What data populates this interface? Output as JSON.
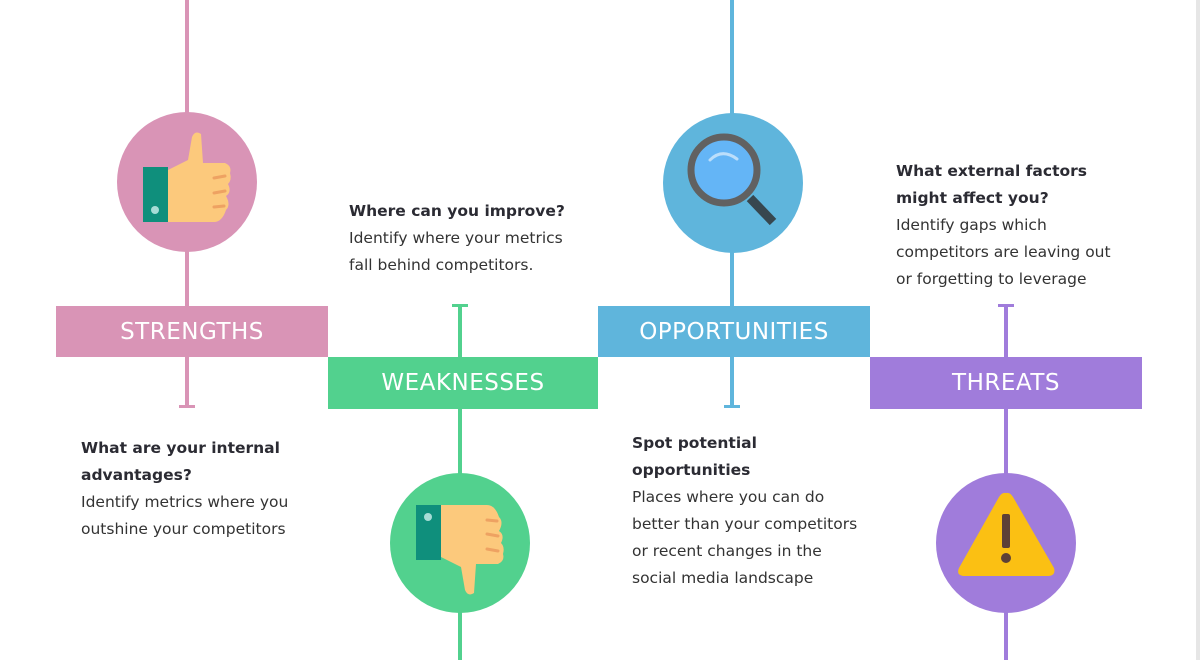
{
  "colors": {
    "strengths": "#d994b6",
    "weaknesses": "#52d18e",
    "opportunities": "#5fb5dc",
    "threats": "#a07cdb"
  },
  "sections": [
    {
      "label": "STRENGTHS",
      "icon": "thumbs-up-icon",
      "title": "What are your internal advantages?",
      "body": "Identify metrics where you outshine your competitors"
    },
    {
      "label": "WEAKNESSES",
      "icon": "thumbs-down-icon",
      "title": "Where can you improve?",
      "body": "Identify where your metrics fall behind competitors."
    },
    {
      "label": "OPPORTUNITIES",
      "icon": "magnifier-icon",
      "title": "Spot potential opportunities",
      "body": "Places where you can do better than your competitors or recent changes in the social media landscape"
    },
    {
      "label": "THREATS",
      "icon": "warning-icon",
      "title": "What external factors might affect you?",
      "body": "Identify gaps which competitors are leaving out or forgetting to leverage"
    }
  ]
}
